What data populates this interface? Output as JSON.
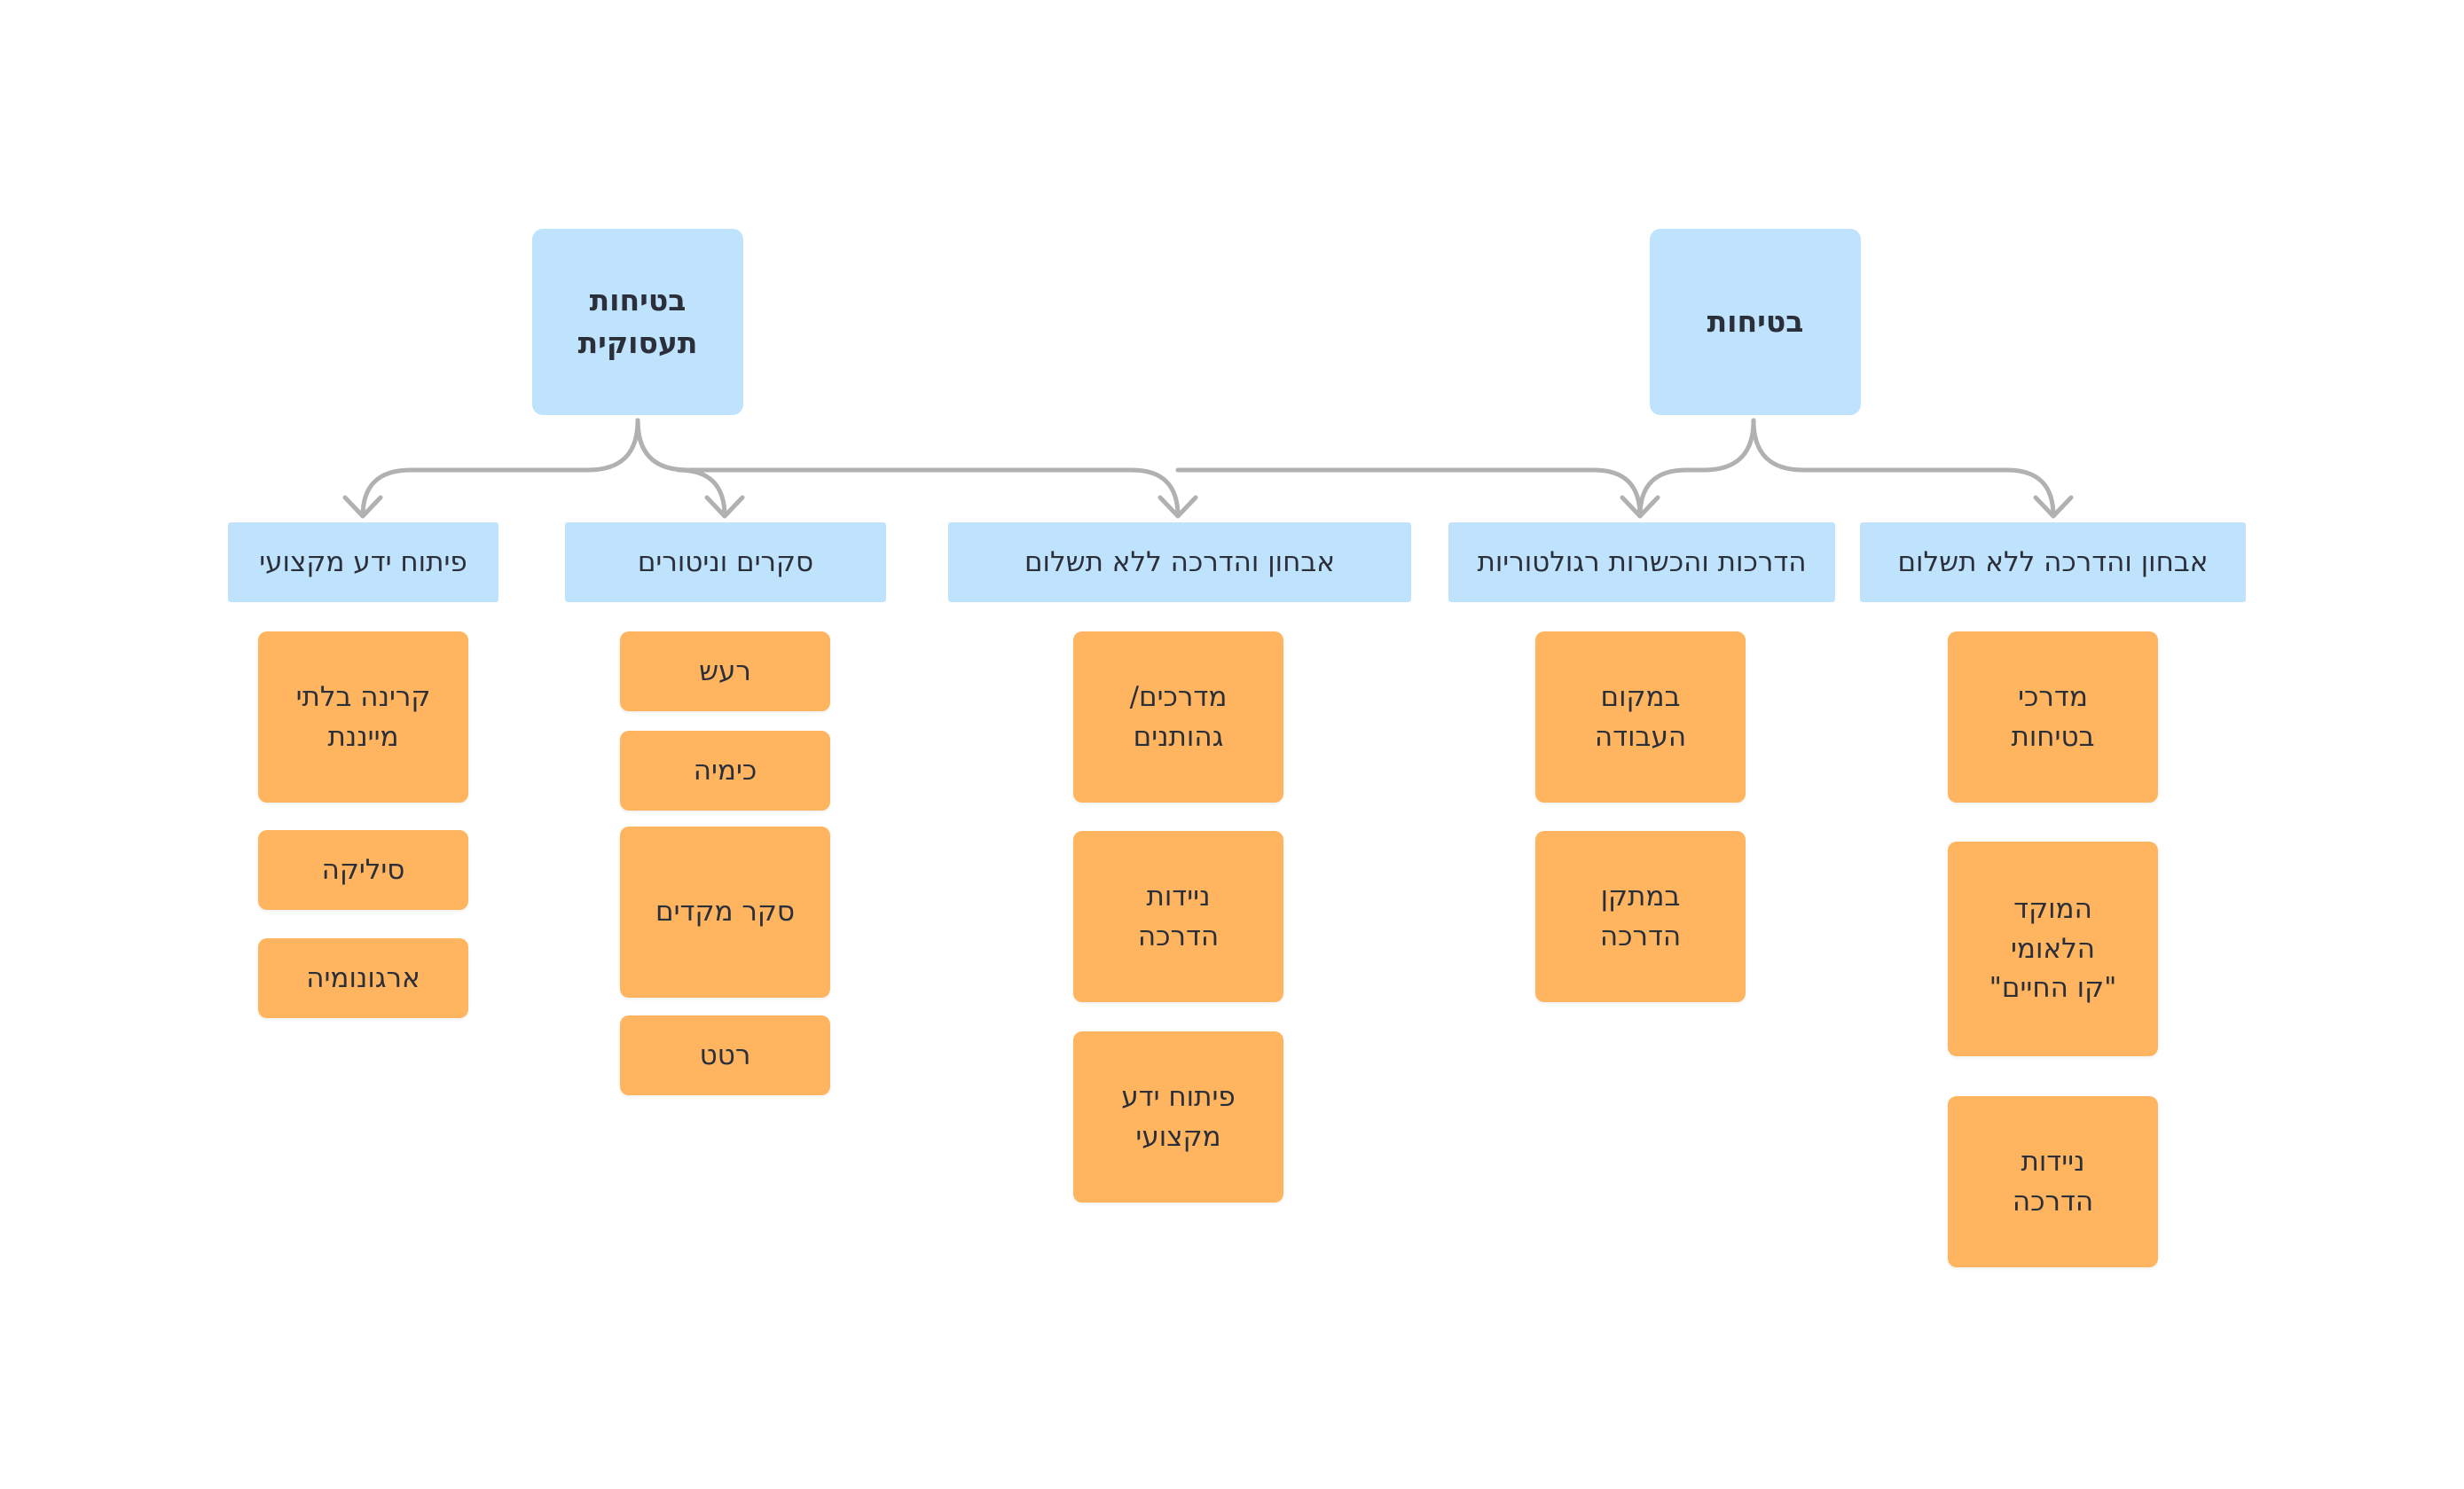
{
  "colors": {
    "header_fill": "#bfe3fc",
    "leaf_fill": "#ffb55f",
    "connector": "#b1b1b1",
    "text": "#2b2f3a"
  },
  "roots": {
    "occupational_safety": "בטיחות\nתעסוקית",
    "safety": "בטיחות"
  },
  "categories": {
    "professional_knowledge": "פיתוח ידע מקצועי",
    "surveys_monitoring": "סקרים וניטורים",
    "free_testing_guidance_b": "אבחון והדרכה ללא תשלום",
    "regulatory_training": "הדרכות והכשרות רגולטוריות",
    "free_testing_guidance_a": "אבחון והדרכה ללא תשלום"
  },
  "leaves": {
    "non_ionizing_radiation": "קרינה בלתי\nמייננת",
    "silica": "סיליקה",
    "ergonomics": "ארגונומיה",
    "noise": "רעש",
    "chemistry": "כימיה",
    "preliminary_survey": "סקר מקדים",
    "radon": "רטט",
    "guides_manuals": "מדרכים/\nגהותנים",
    "mobile_training_b": "ניידות\nהדרכה",
    "professional_knowledge_leaf": "פיתוח ידע\nמקצועי",
    "at_workplace": "במקום\nהעבודה",
    "at_training_facility": "במתקן\nהדרכה",
    "safety_guides": "מדרכי\nבטיחות",
    "national_center": "המוקד\nהלאומי\n\"קו החיים\"",
    "mobile_training_a": "ניידות\nהדרכה"
  }
}
